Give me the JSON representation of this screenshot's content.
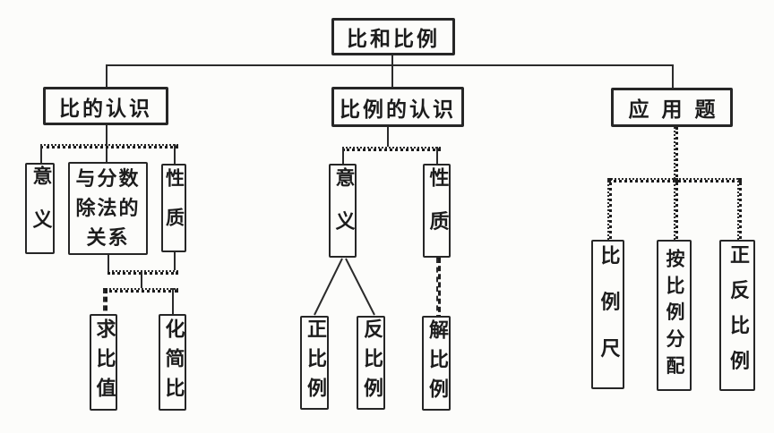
{
  "diagram": {
    "root": {
      "label": "比和比例"
    },
    "branches": [
      {
        "label": "比的认识",
        "children": [
          {
            "label": "意义"
          },
          {
            "label": "与分数除法的关系"
          },
          {
            "label": "性质"
          }
        ],
        "leaves": [
          {
            "label": "求比值"
          },
          {
            "label": "化简比"
          }
        ]
      },
      {
        "label": "比例的认识",
        "children": [
          {
            "label": "意义"
          },
          {
            "label": "性质"
          }
        ],
        "leaves": [
          {
            "label": "正比例"
          },
          {
            "label": "反比例"
          },
          {
            "label": "解比例"
          }
        ]
      },
      {
        "label": "应用题",
        "children": [
          {
            "label": "比例尺"
          },
          {
            "label": "按比例分配"
          },
          {
            "label": "正反比例"
          }
        ]
      }
    ]
  },
  "colors": {
    "line": "#2b2b2b",
    "box_border": "#262626",
    "background": "#fcfcfa",
    "text": "#1c1c1c"
  }
}
